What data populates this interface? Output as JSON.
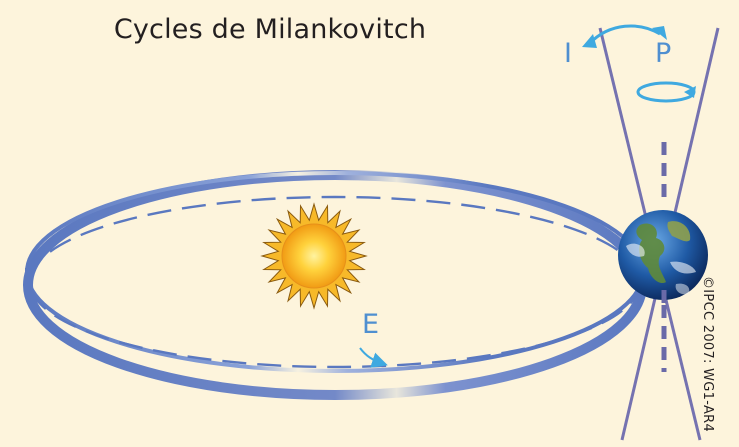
{
  "title": "Cycles de Milankovitch",
  "labels": {
    "inclination": "I",
    "precession": "P",
    "eccentricity": "E"
  },
  "credit": "©IPCC 2007: WG1-AR4",
  "colors": {
    "background": "#fdf4dc",
    "orbit": "#5a78c0",
    "orbit_light": "#c9d4ee",
    "axis": "#6a6aa8",
    "arrow": "#3fa9e0",
    "sun": "#f6b41c",
    "title_text": "#231f20"
  },
  "icons": {
    "sun": "sun-icon",
    "earth": "earth-icon"
  }
}
